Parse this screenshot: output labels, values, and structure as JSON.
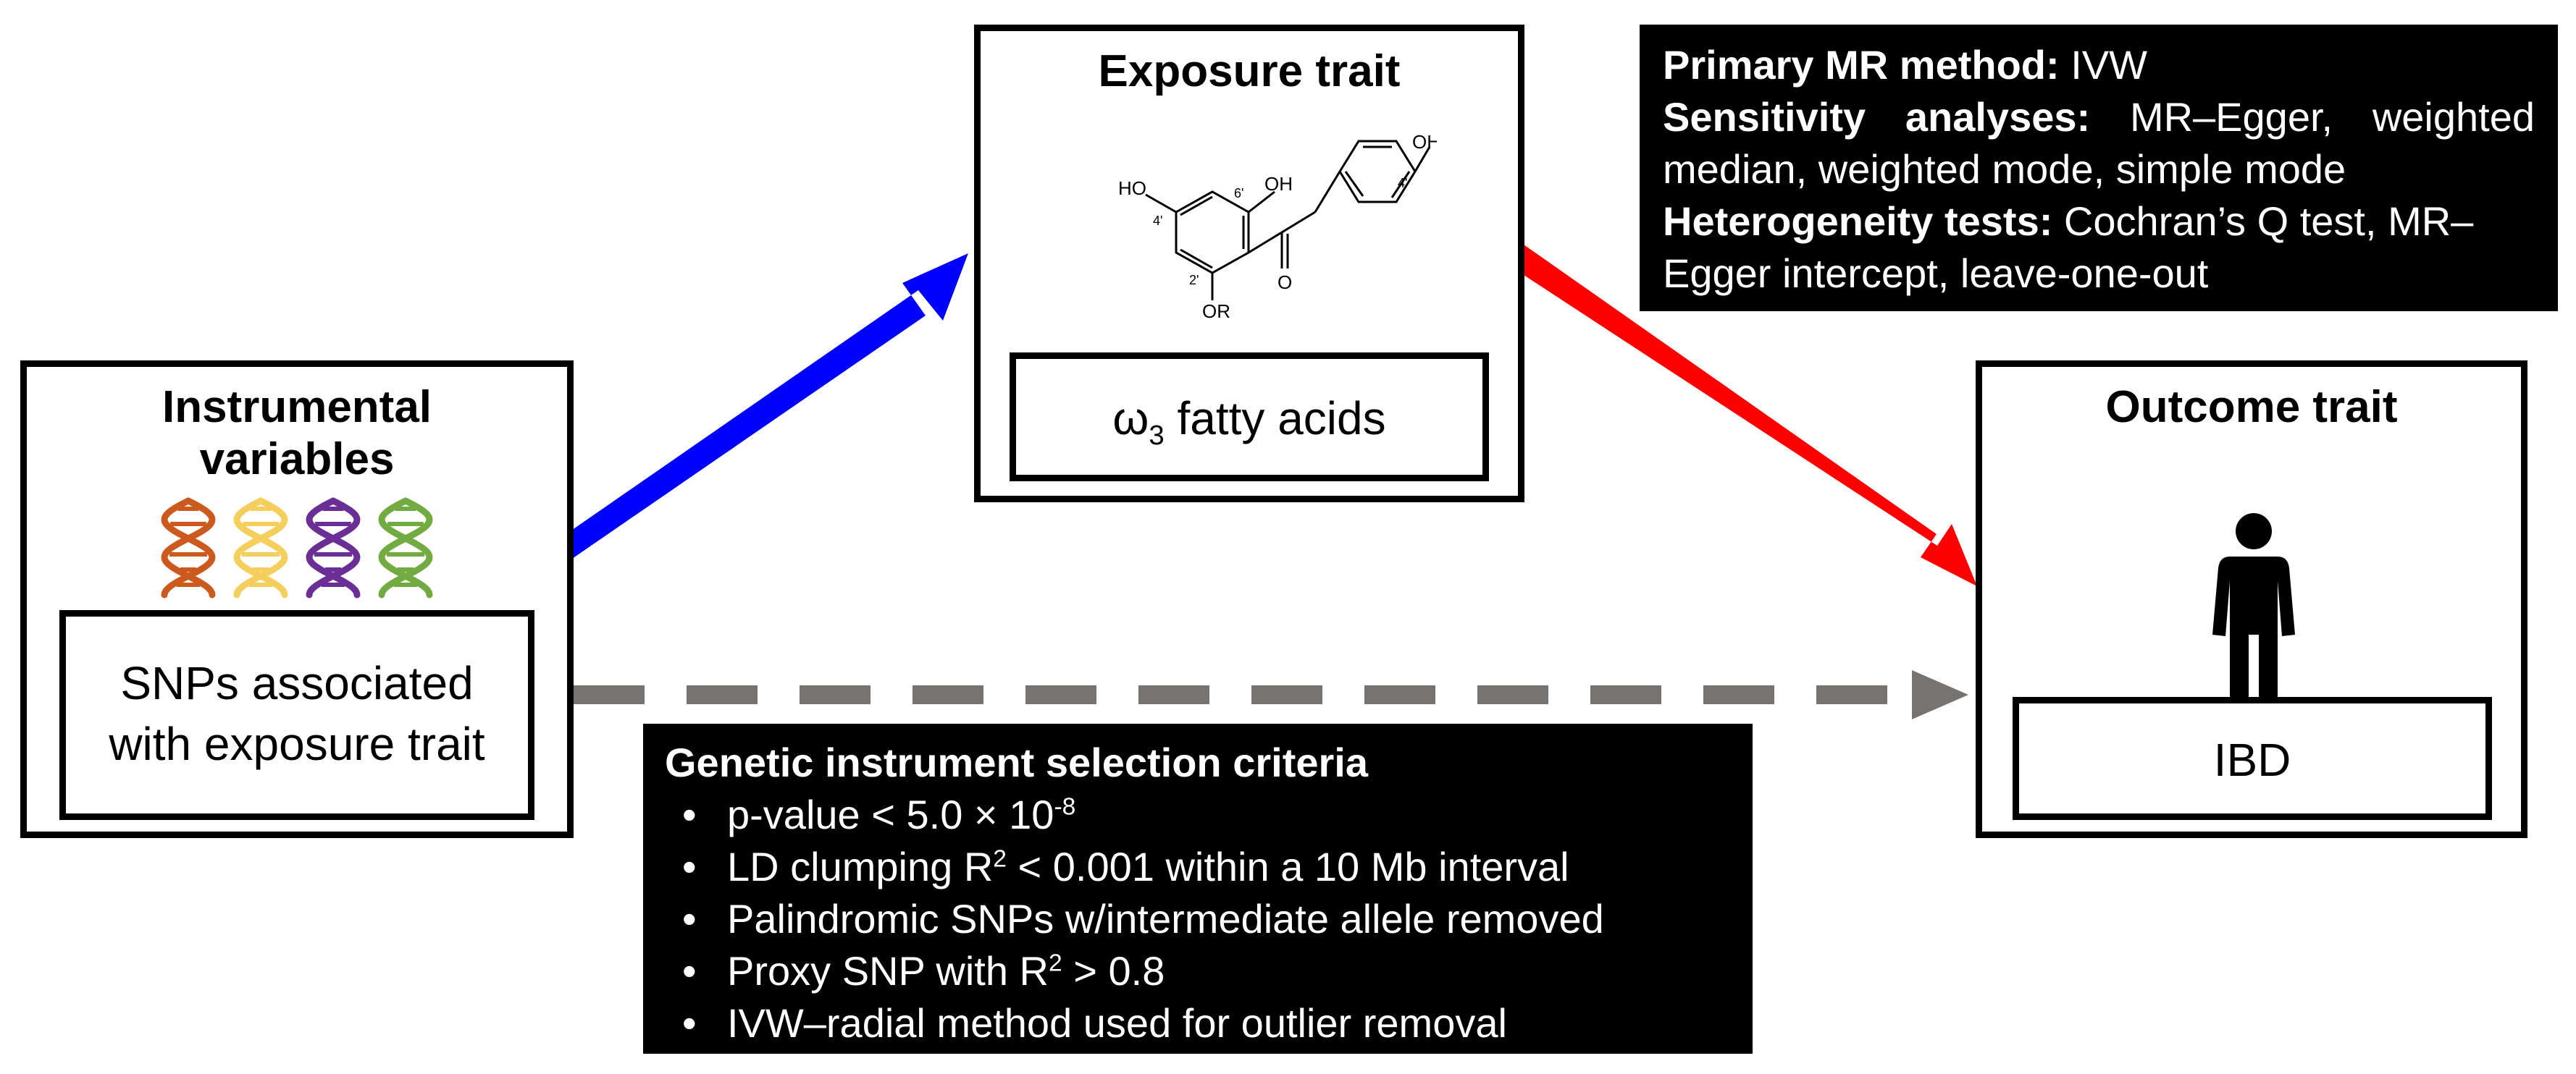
{
  "colors": {
    "exposure_arrow": "#0000ff",
    "outcome_arrow": "#ff0000",
    "pleiotropy_arrow": "#777370",
    "dna_1": "#cc5a1e",
    "dna_2": "#f4cf5e",
    "dna_3": "#6a2e94",
    "dna_4": "#72ab41"
  },
  "instrument": {
    "title_line1": "Instrumental",
    "title_line2": "variables",
    "label_line1": "SNPs associated",
    "label_line2": "with exposure trait",
    "icons": [
      "dna-icon",
      "dna-icon",
      "dna-icon",
      "dna-icon"
    ]
  },
  "exposure": {
    "title": "Exposure trait",
    "label_prefix": "ω",
    "label_sub": "3",
    "label_suffix": " fatty acids",
    "molecule": {
      "ho": "HO",
      "oh_top": "OH",
      "oh_right": "OH",
      "or": "OR",
      "o": "O",
      "pos_4": "4'",
      "pos_6": "6'",
      "pos_2": "2'",
      "pos_4b": "4'"
    }
  },
  "outcome": {
    "title": "Outcome trait",
    "label": "IBD",
    "icon": "person-icon"
  },
  "methods": {
    "primary_label": "Primary MR method:",
    "primary_value": " IVW",
    "sensitivity_label": "Sensitivity analyses:",
    "sensitivity_value_1": " MR–Egger, weighted",
    "sensitivity_value_2": "median, weighted mode, simple mode",
    "heterogeneity_label": "Heterogeneity tests:",
    "heterogeneity_value_1": " Cochran’s Q test, MR–",
    "heterogeneity_value_2": "Egger intercept, leave-one-out"
  },
  "criteria": {
    "title": "Genetic instrument selection criteria",
    "bullet": "•",
    "item1_a": "p-value < 5.0 × 10",
    "item1_sup": "-8",
    "item2_a": "LD clumping R",
    "item2_sup": "2",
    "item2_b": " < 0.001 within a 10 Mb interval",
    "item3": "Palindromic SNPs w/intermediate allele removed",
    "item4_a": "Proxy SNP with R",
    "item4_sup": "2",
    "item4_b": " > 0.8",
    "item5": "IVW–radial method used for outlier removal"
  }
}
